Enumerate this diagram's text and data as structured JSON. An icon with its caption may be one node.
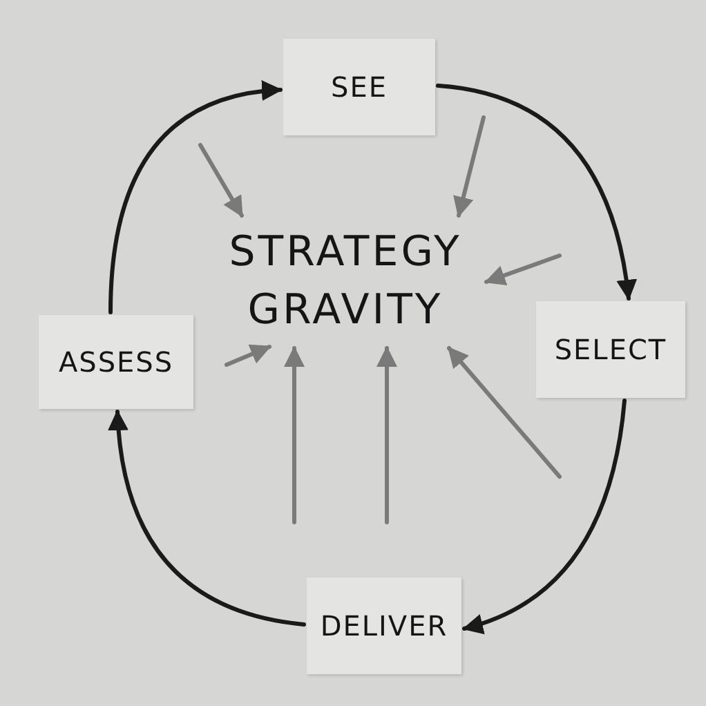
{
  "diagram": {
    "nodes": [
      {
        "text": [
          "SEE"
        ]
      },
      {
        "text": [
          "SELECT"
        ]
      },
      {
        "text": [
          "DELIVER"
        ]
      },
      {
        "text": [
          "ASSESS"
        ]
      },
      {
        "text": [
          "STRATEGY GRAVITY"
        ]
      }
    ],
    "edges": [
      {
        "from": 0,
        "to": 1,
        "arrow": "to",
        "color": "#1a1a1a"
      },
      {
        "from": 1,
        "to": 2,
        "arrow": "to",
        "color": "#1a1a1a"
      },
      {
        "from": 2,
        "to": 3,
        "arrow": "to",
        "color": "#1a1a1a"
      },
      {
        "from": 3,
        "to": 0,
        "arrow": "to",
        "color": "#1a1a1a"
      },
      {
        "from": null,
        "to": 4,
        "arrow": "to"
      },
      {
        "from": null,
        "to": 4,
        "arrow": "to"
      },
      {
        "from": null,
        "to": 4,
        "arrow": "to"
      },
      {
        "from": null,
        "to": 4,
        "arrow": "to"
      },
      {
        "from": null,
        "to": 4,
        "arrow": "to"
      },
      {
        "from": null,
        "to": 4,
        "arrow": "to"
      },
      {
        "from": null,
        "to": 4,
        "arrow": "to"
      }
    ]
  }
}
